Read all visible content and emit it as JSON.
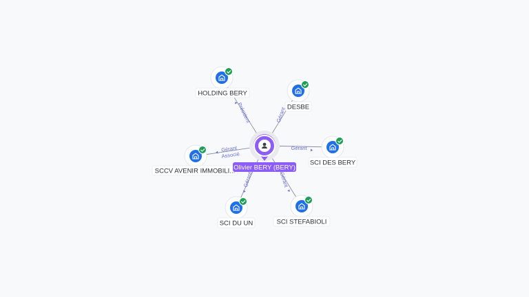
{
  "center": {
    "name": "Olivier BERY (BERY)",
    "icon": "person-icon"
  },
  "companies": [
    {
      "id": "holding",
      "name": "HOLDING BERY",
      "icon": "company-building-icon",
      "verified": true
    },
    {
      "id": "desbe",
      "name": "DESBE",
      "icon": "company-building-icon",
      "verified": true
    },
    {
      "id": "scides",
      "name": "SCI DES BERY",
      "icon": "company-building-icon",
      "verified": true
    },
    {
      "id": "stefabioli",
      "name": "SCI STEFABIOLI",
      "icon": "company-building-icon",
      "verified": true
    },
    {
      "id": "duun",
      "name": "SCI DU UN",
      "icon": "company-building-icon",
      "verified": true
    },
    {
      "id": "sccv",
      "name": "SCCV AVENIR IMMOBILI...",
      "icon": "company-building-icon",
      "verified": true
    }
  ],
  "edges": [
    {
      "target": "holding",
      "labels": [
        "Président"
      ]
    },
    {
      "target": "desbe",
      "labels": [
        "Gérant"
      ]
    },
    {
      "target": "scides",
      "labels": [
        "Gérant"
      ]
    },
    {
      "target": "stefabioli",
      "labels": [
        "Gérant"
      ]
    },
    {
      "target": "duun",
      "labels": [
        "Gérant"
      ]
    },
    {
      "target": "sccv",
      "labels": [
        "Gérant",
        "Associé"
      ]
    }
  ],
  "colors": {
    "accent": "#8b5cf6",
    "company_blue": "#1f6fe6",
    "verified_green": "#1e9e58",
    "edge": "#8a8fa3",
    "edge_label": "#6b6fd8"
  }
}
